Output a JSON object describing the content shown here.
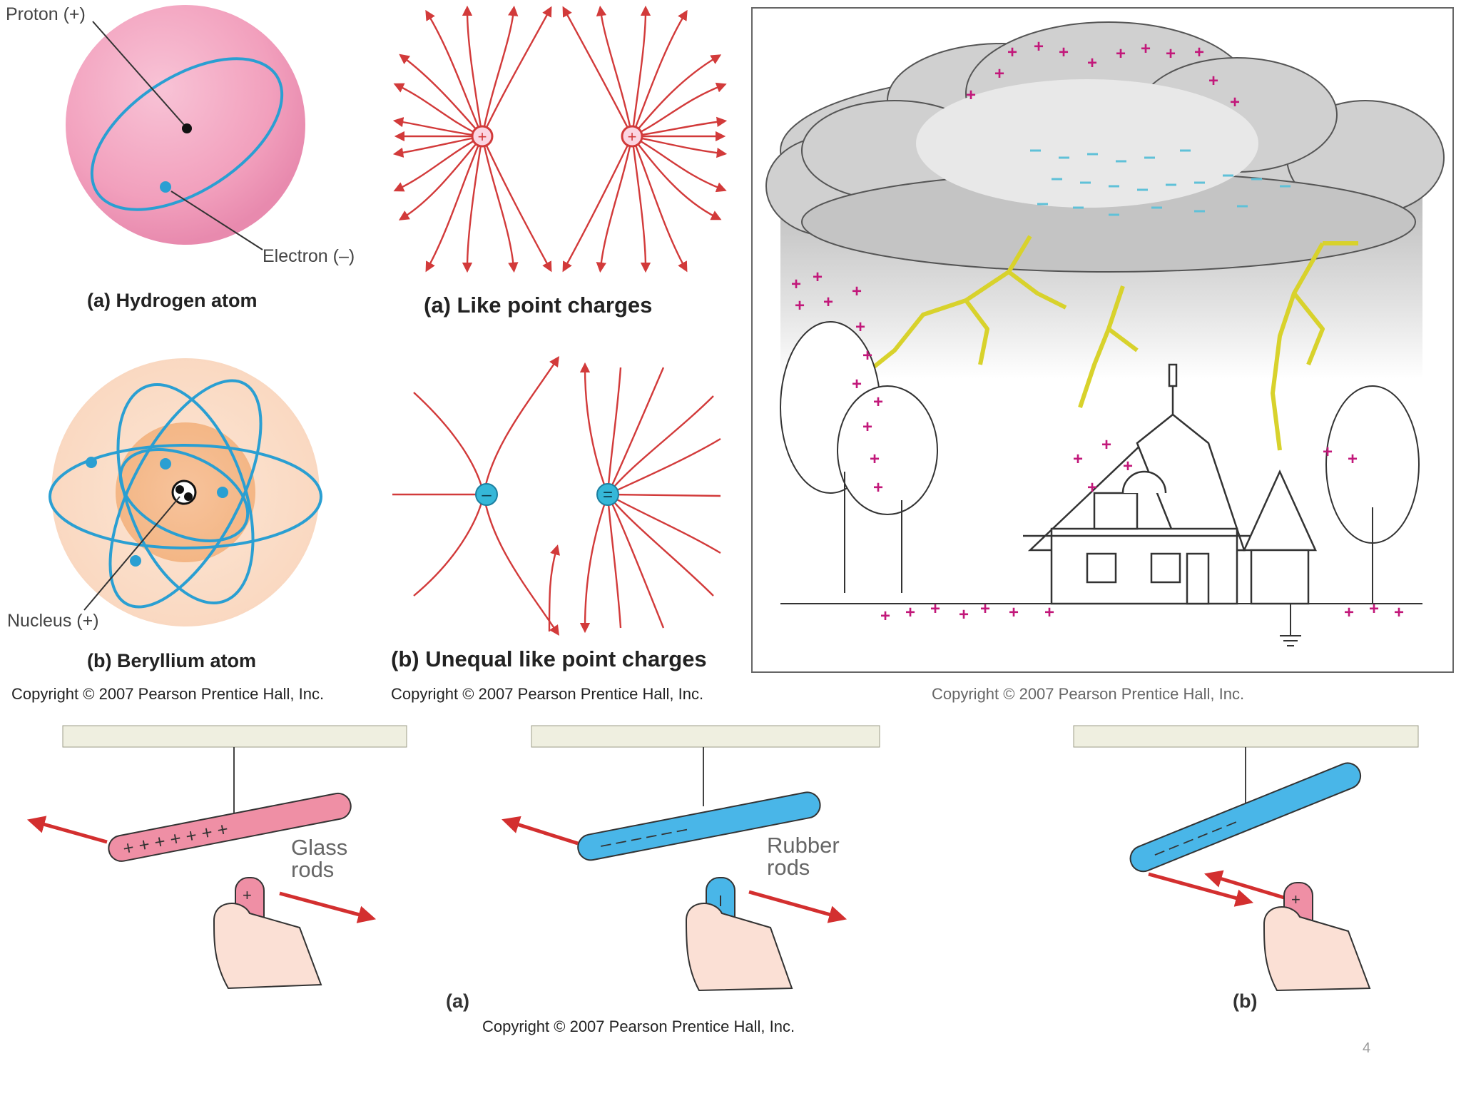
{
  "hydrogen": {
    "proton_label": "Proton (+)",
    "electron_label": "Electron (–)",
    "caption": "(a)  Hydrogen atom"
  },
  "beryllium": {
    "nucleus_label": "Nucleus (+)",
    "caption": "(b)  Beryllium atom",
    "copyright": "Copyright © 2007 Pearson Prentice Hall, Inc."
  },
  "field_lines": {
    "caption_a": "(a) Like  point charges",
    "caption_b": "(b) Unequal like point charges",
    "copyright": "Copyright © 2007 Pearson Prentice Hall, Inc."
  },
  "lightning": {
    "copyright": "Copyright © 2007 Pearson Prentice Hall, Inc."
  },
  "rods": {
    "glass_label": "Glass\nrods",
    "rubber_label": "Rubber\nrods",
    "part_a": "(a)",
    "part_b": "(b)",
    "copyright": "Copyright © 2007 Pearson Prentice Hall, Inc."
  },
  "page_number": "4",
  "colors": {
    "field_line": "#d23a3a",
    "positive_charge": "#c2187a",
    "negative_charge": "#35b7d8",
    "glass_rod": "#ef8fa5",
    "rubber_rod": "#49b6e8",
    "orbit": "#2a9fd2",
    "lightning": "#e8e23a"
  }
}
